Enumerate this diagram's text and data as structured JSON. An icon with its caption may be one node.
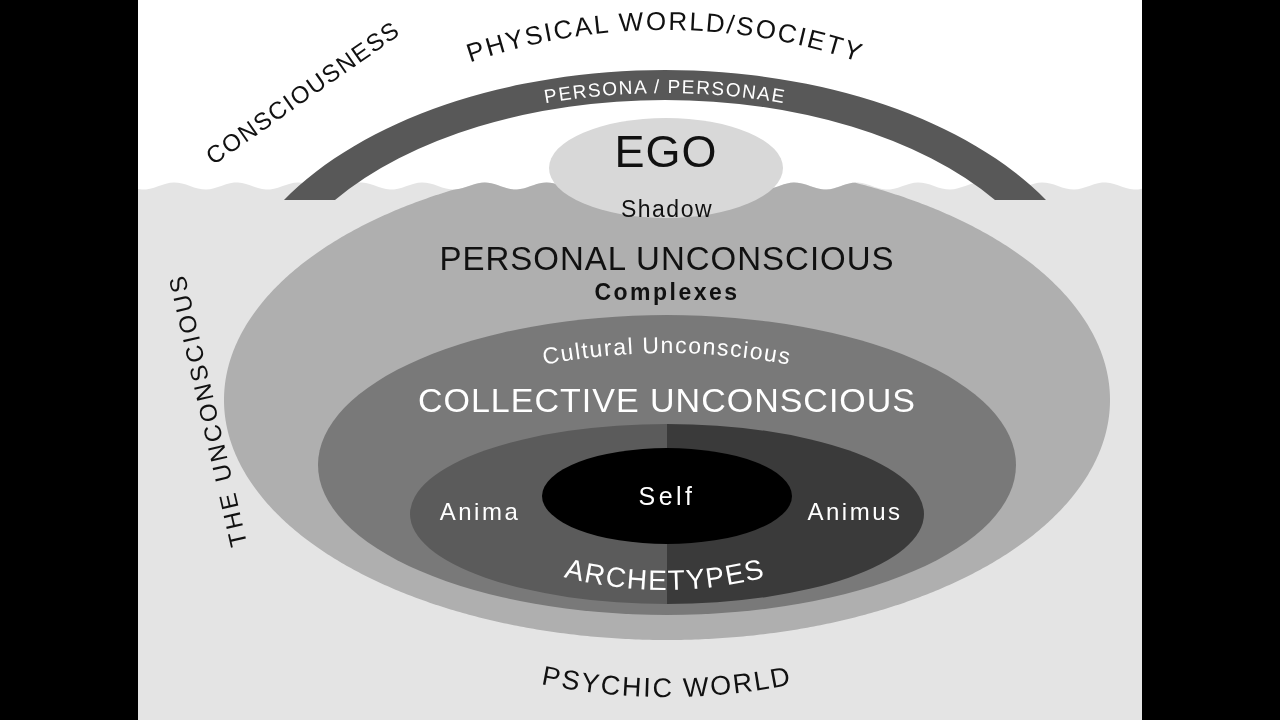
{
  "diagram": {
    "nodes": [
      {
        "text": [
          "PERSONA / PERSONAE"
        ]
      },
      {
        "text": [
          "EGO",
          "Shadow"
        ]
      },
      {
        "text": [
          "THE UNCONSCIOUS",
          "PSYCHIC WORLD"
        ]
      },
      {
        "text": [
          "PERSONAL UNCONSCIOUS",
          "Complexes"
        ],
        "in": 2
      },
      {
        "text": [
          "Cultural Unconscious",
          "COLLECTIVE UNCONSCIOUS"
        ],
        "in": 3
      },
      {
        "text": [
          "Anima",
          "Animus",
          "ARCHETYPES"
        ],
        "in": 4
      },
      {
        "text": [
          "Self"
        ],
        "in": 5
      }
    ],
    "labels": [
      "CONSCIOUSNESS",
      "PHYSICAL WORLD/SOCIETY"
    ]
  }
}
